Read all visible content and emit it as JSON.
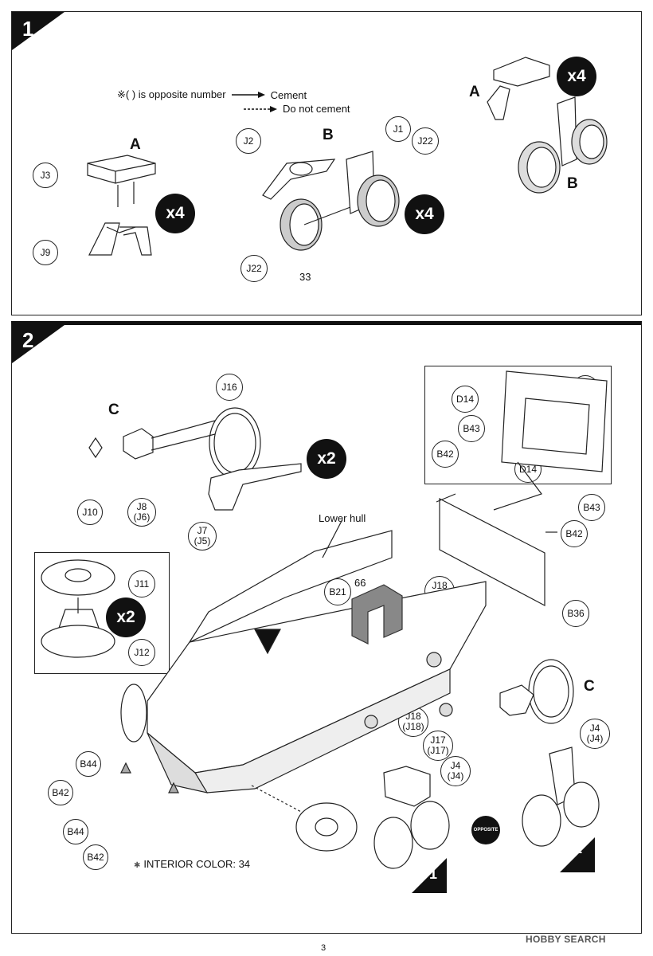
{
  "steps": [
    {
      "number": "1",
      "legend": {
        "opposite_text": "※( ) is opposite number",
        "cement_label": "Cement",
        "no_cement_label": "Do not cement"
      },
      "subassemblies": [
        {
          "letter": "A",
          "multiplier": "x4",
          "parts": [
            "J3",
            "J9"
          ]
        },
        {
          "letter": "B",
          "multiplier": "x4",
          "parts": [
            "J2",
            "J1",
            "J22",
            "J22"
          ],
          "note": "33"
        },
        {
          "letters": [
            "A",
            "B"
          ],
          "multiplier": "x4"
        }
      ]
    },
    {
      "number": "2",
      "subassembly_c": {
        "letter": "C",
        "multiplier": "x2",
        "parts": [
          "J16",
          "J10",
          "J8\n(J6)",
          "J7\n(J5)"
        ]
      },
      "sprocket": {
        "multiplier": "x2",
        "parts": [
          "J11",
          "J12"
        ]
      },
      "inset": {
        "parts": [
          "D14",
          "B36",
          "B43",
          "B42",
          "D14",
          "B43",
          "B42"
        ]
      },
      "hull_label": "Lower hull",
      "b21_note": "66",
      "hull_parts": [
        "B21",
        "J18\n(J18)",
        "B36",
        "J18\n(J18)",
        "J17\n(J17)",
        "J4\n(J4)",
        "J4\n(J4)",
        "B44",
        "B42",
        "B44",
        "B42"
      ],
      "c_label": "C",
      "opposite_badge": "OPPOSITE",
      "ref_steps": [
        "1",
        "1"
      ],
      "interior_color": "INTERIOR COLOR: 34"
    }
  ],
  "page_number": "3",
  "watermark": "HOBBY SEARCH",
  "icons": {
    "step_tab": "black-triangle-tab",
    "multiplier": "black-circle-badge",
    "interior_mark": "asterisk-icon",
    "paint_marker": "inverted-triangle-icon"
  }
}
